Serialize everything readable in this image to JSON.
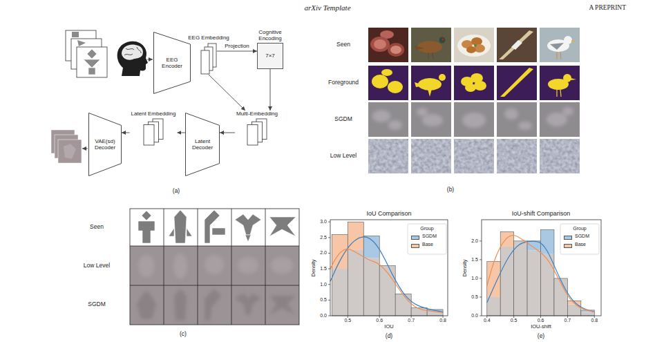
{
  "diagram": {
    "nodes": [
      {
        "text": [
          "EEG Encoder"
        ]
      },
      {
        "text": [
          "EEG Embedding"
        ]
      },
      {
        "text": [
          "Cognitive Encoding",
          "7×7"
        ]
      },
      {
        "text": [
          "Multi-Embedding"
        ]
      },
      {
        "text": [
          "Latent Decoder"
        ]
      },
      {
        "text": [
          "Latent Embedding"
        ]
      },
      {
        "text": [
          "VAE(sd) Decoder"
        ]
      }
    ],
    "edges": [
      {
        "from": 1,
        "to": 2,
        "label": "Projection",
        "arrow": "to"
      },
      {
        "from": 1,
        "to": 3,
        "arrow": "to"
      },
      {
        "from": 2,
        "to": 3,
        "arrow": "to"
      },
      {
        "from": 3,
        "to": 4,
        "arrow": "to"
      },
      {
        "from": 4,
        "to": 5,
        "arrow": "to"
      },
      {
        "from": 5,
        "to": 6,
        "arrow": "to"
      }
    ],
    "labels": [
      "arXiv Template",
      "A PREPRINT",
      "(a)",
      "Seen",
      "Foreground",
      "SGDM",
      "Low Level",
      "(b)",
      "Seen",
      "Low Level",
      "SGDM",
      "(c)",
      "IoU Comparison",
      "Density",
      "IOU",
      "Group",
      "0.0",
      "0.5",
      "1.0",
      "1.5",
      "2.0",
      "2.5",
      "3.0",
      "0.5",
      "0.6",
      "0.7",
      "0.8",
      "(d)",
      "IoU-shift Comparison",
      "Density",
      "IOU-shift",
      "Group",
      "0.0",
      "0.5",
      "1.0",
      "1.5",
      "2.0",
      "0.4",
      "0.5",
      "0.6",
      "0.7",
      "0.8",
      "(e)"
    ],
    "legend": [
      {
        "text": "SGDM",
        "color": "#a9c8e3"
      },
      {
        "text": "Base",
        "color": "#f7c6a6"
      },
      {
        "text": "SGDM",
        "color": "#a9c8e3"
      },
      {
        "text": "Base",
        "color": "#f7c6a6"
      }
    ]
  }
}
